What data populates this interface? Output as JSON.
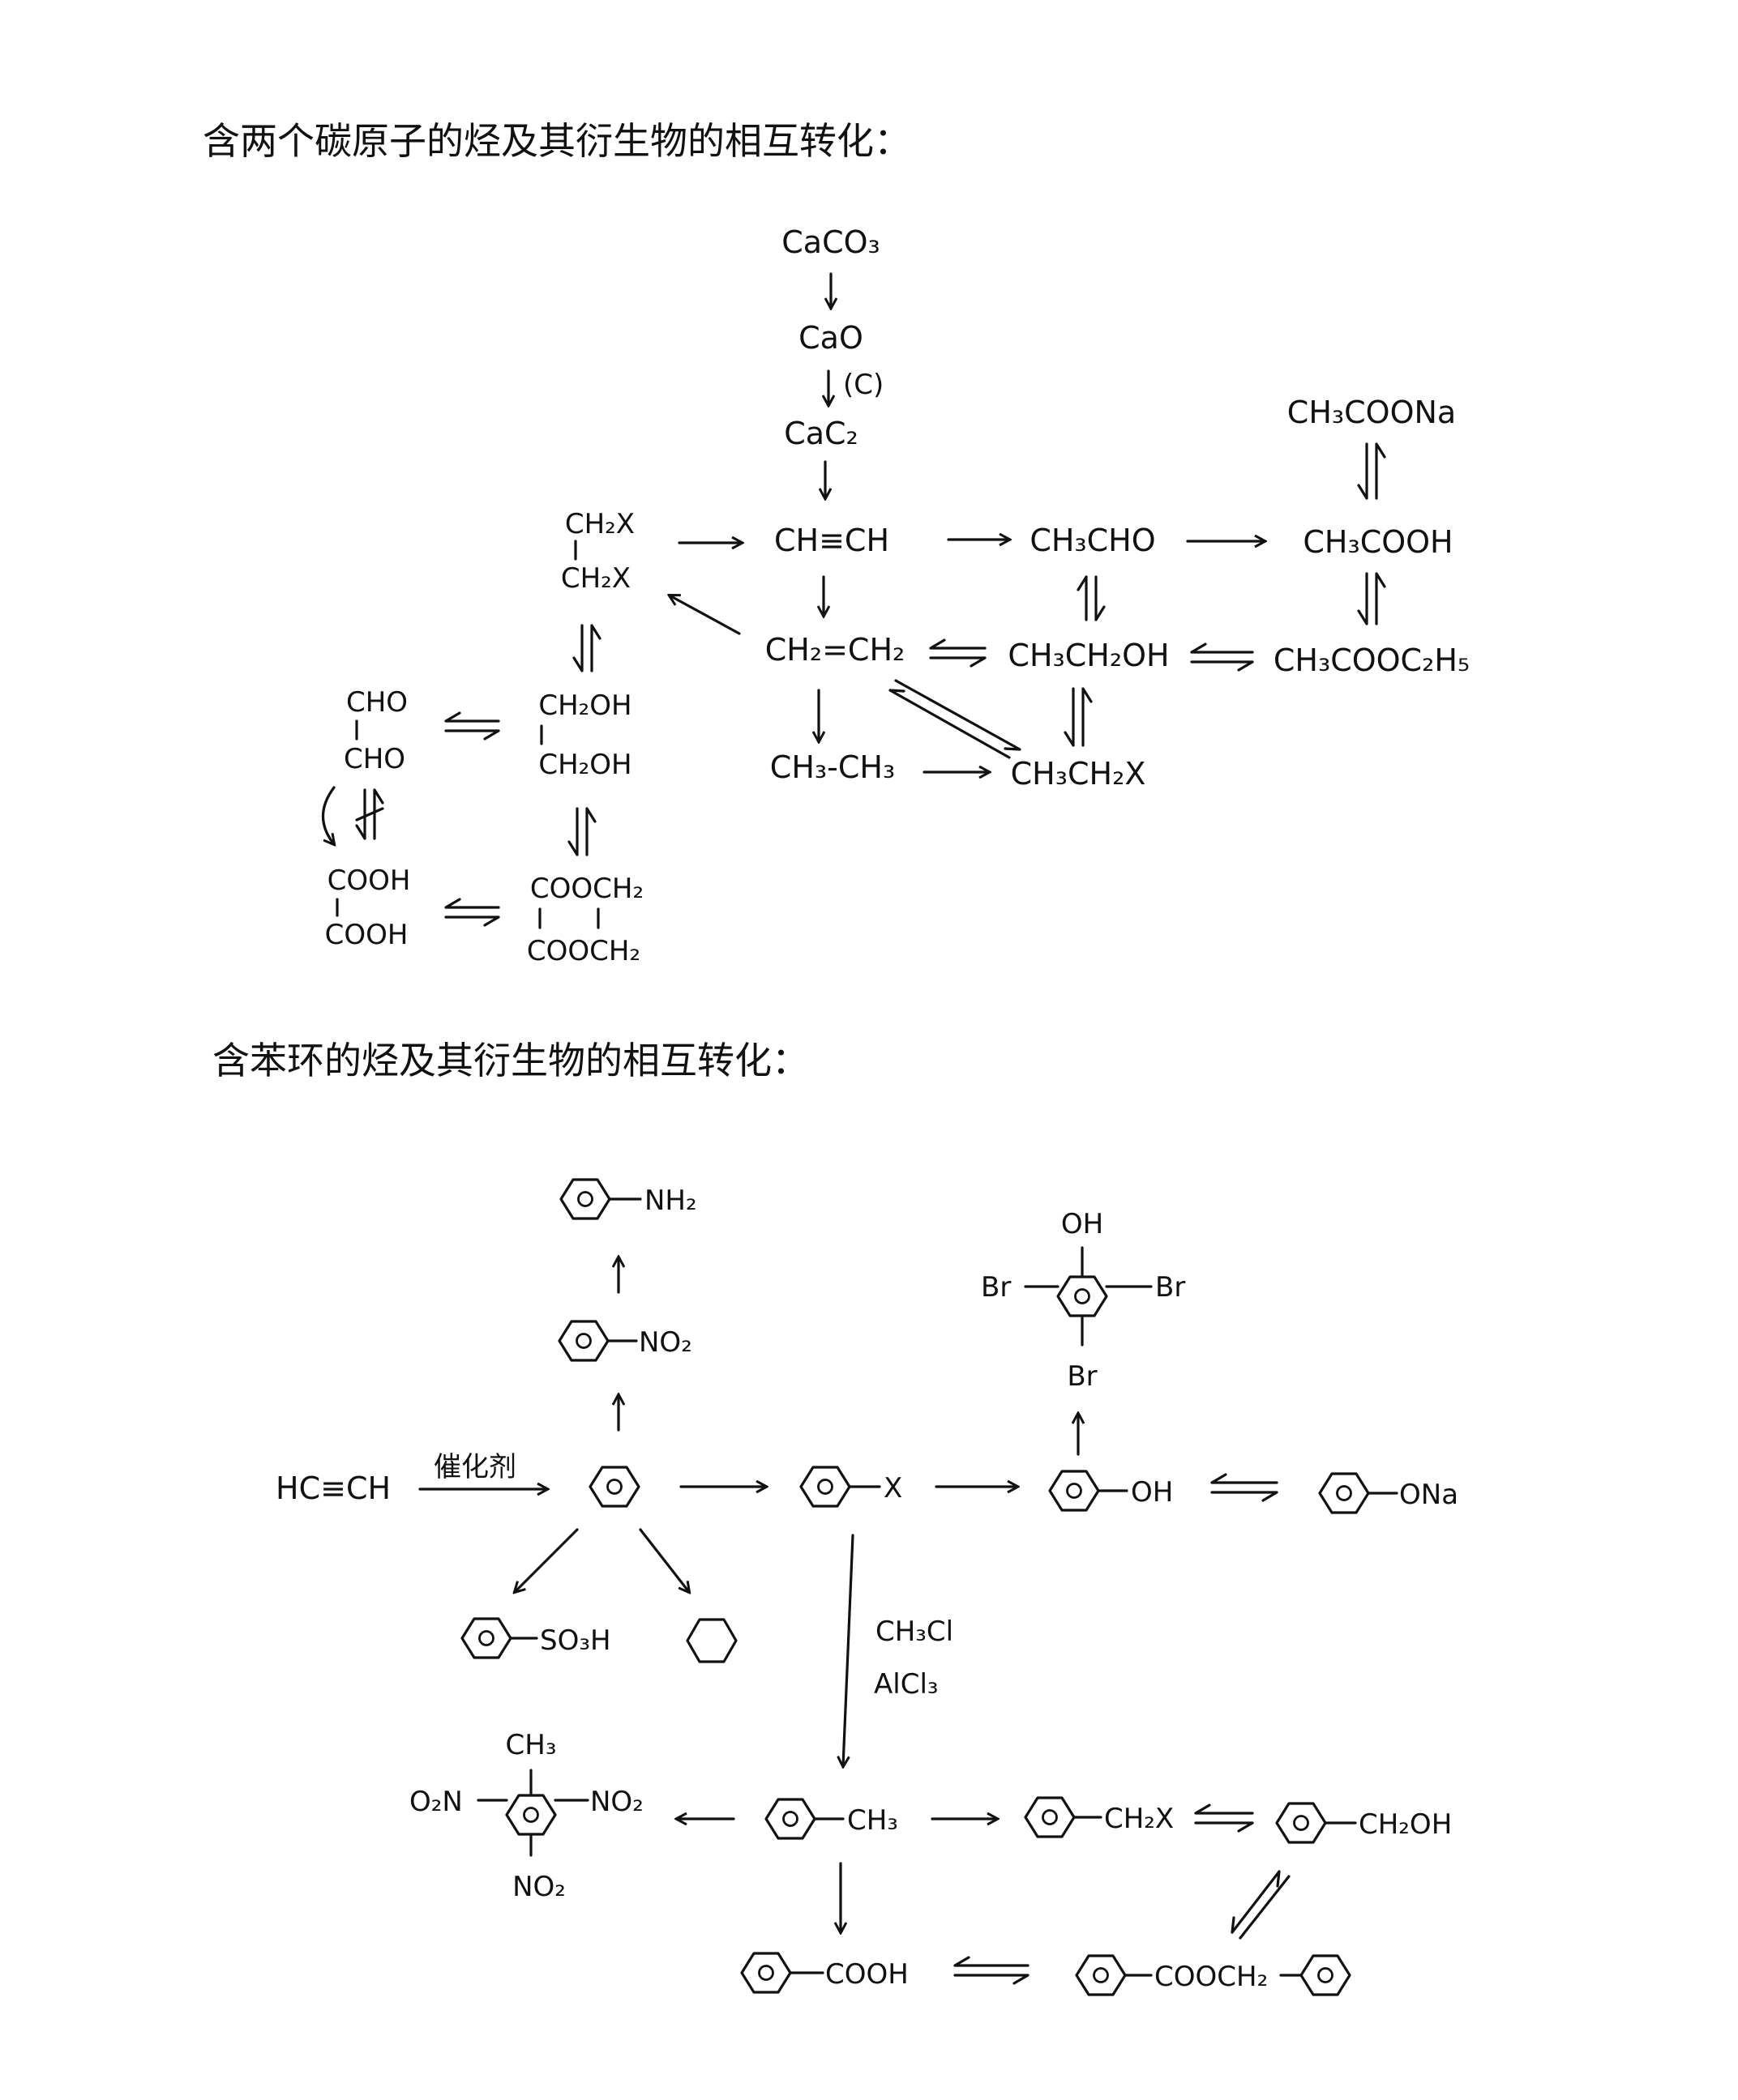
{
  "section1": {
    "title": "含两个碳原子的烃及其衍生物的相互转化：",
    "nodes": {
      "caco3": "CaCO₃",
      "cao": "CaO",
      "reagent_c": "(C)",
      "cac2": "CaC₂",
      "acetylene": "CH≡CH",
      "ethylene": "CH₂=CH₂",
      "ethane": "CH₃-CH₃",
      "ch2x_top": "CH₂X",
      "ch2x_bottom": "CH₂X",
      "acetaldehyde": "CH₃CHO",
      "acetic_acid": "CH₃COOH",
      "sodium_acetate": "CH₃COONa",
      "ethanol": "CH₃CH₂OH",
      "ethyl_acetate": "CH₃COOC₂H₅",
      "ethyl_halide": "CH₃CH₂X",
      "ch2oh_top": "CH₂OH",
      "ch2oh_bottom": "CH₂OH",
      "cho_top": "CHO",
      "cho_bottom": "CHO",
      "cooh_top": "COOH",
      "cooh_bottom": "COOH",
      "coocH2_top": "COOCH₂",
      "coocH2_bottom": "COOCH₂"
    }
  },
  "section2": {
    "title": "含苯环的烃及其衍生物的相互转化：",
    "nodes": {
      "acetylene": "HC≡CH",
      "catalyst": "催化剂",
      "nh2": "NH₂",
      "no2": "NO₂",
      "x": "X",
      "oh": "OH",
      "ona": "ONa",
      "so3h": "SO₃H",
      "oh_top": "OH",
      "br_left": "Br",
      "br_right": "Br",
      "br_bottom": "Br",
      "reagent1": "CH₃Cl",
      "reagent2": "AlCl₃",
      "ch3": "CH₃",
      "ch2x": "CH₂X",
      "ch2oh": "CH₂OH",
      "tnt_ch3": "CH₃",
      "tnt_o2n": "O₂N",
      "tnt_no2_right": "NO₂",
      "tnt_no2_bottom": "NO₂",
      "cooh": "COOH",
      "ester": "COOCH₂"
    }
  }
}
